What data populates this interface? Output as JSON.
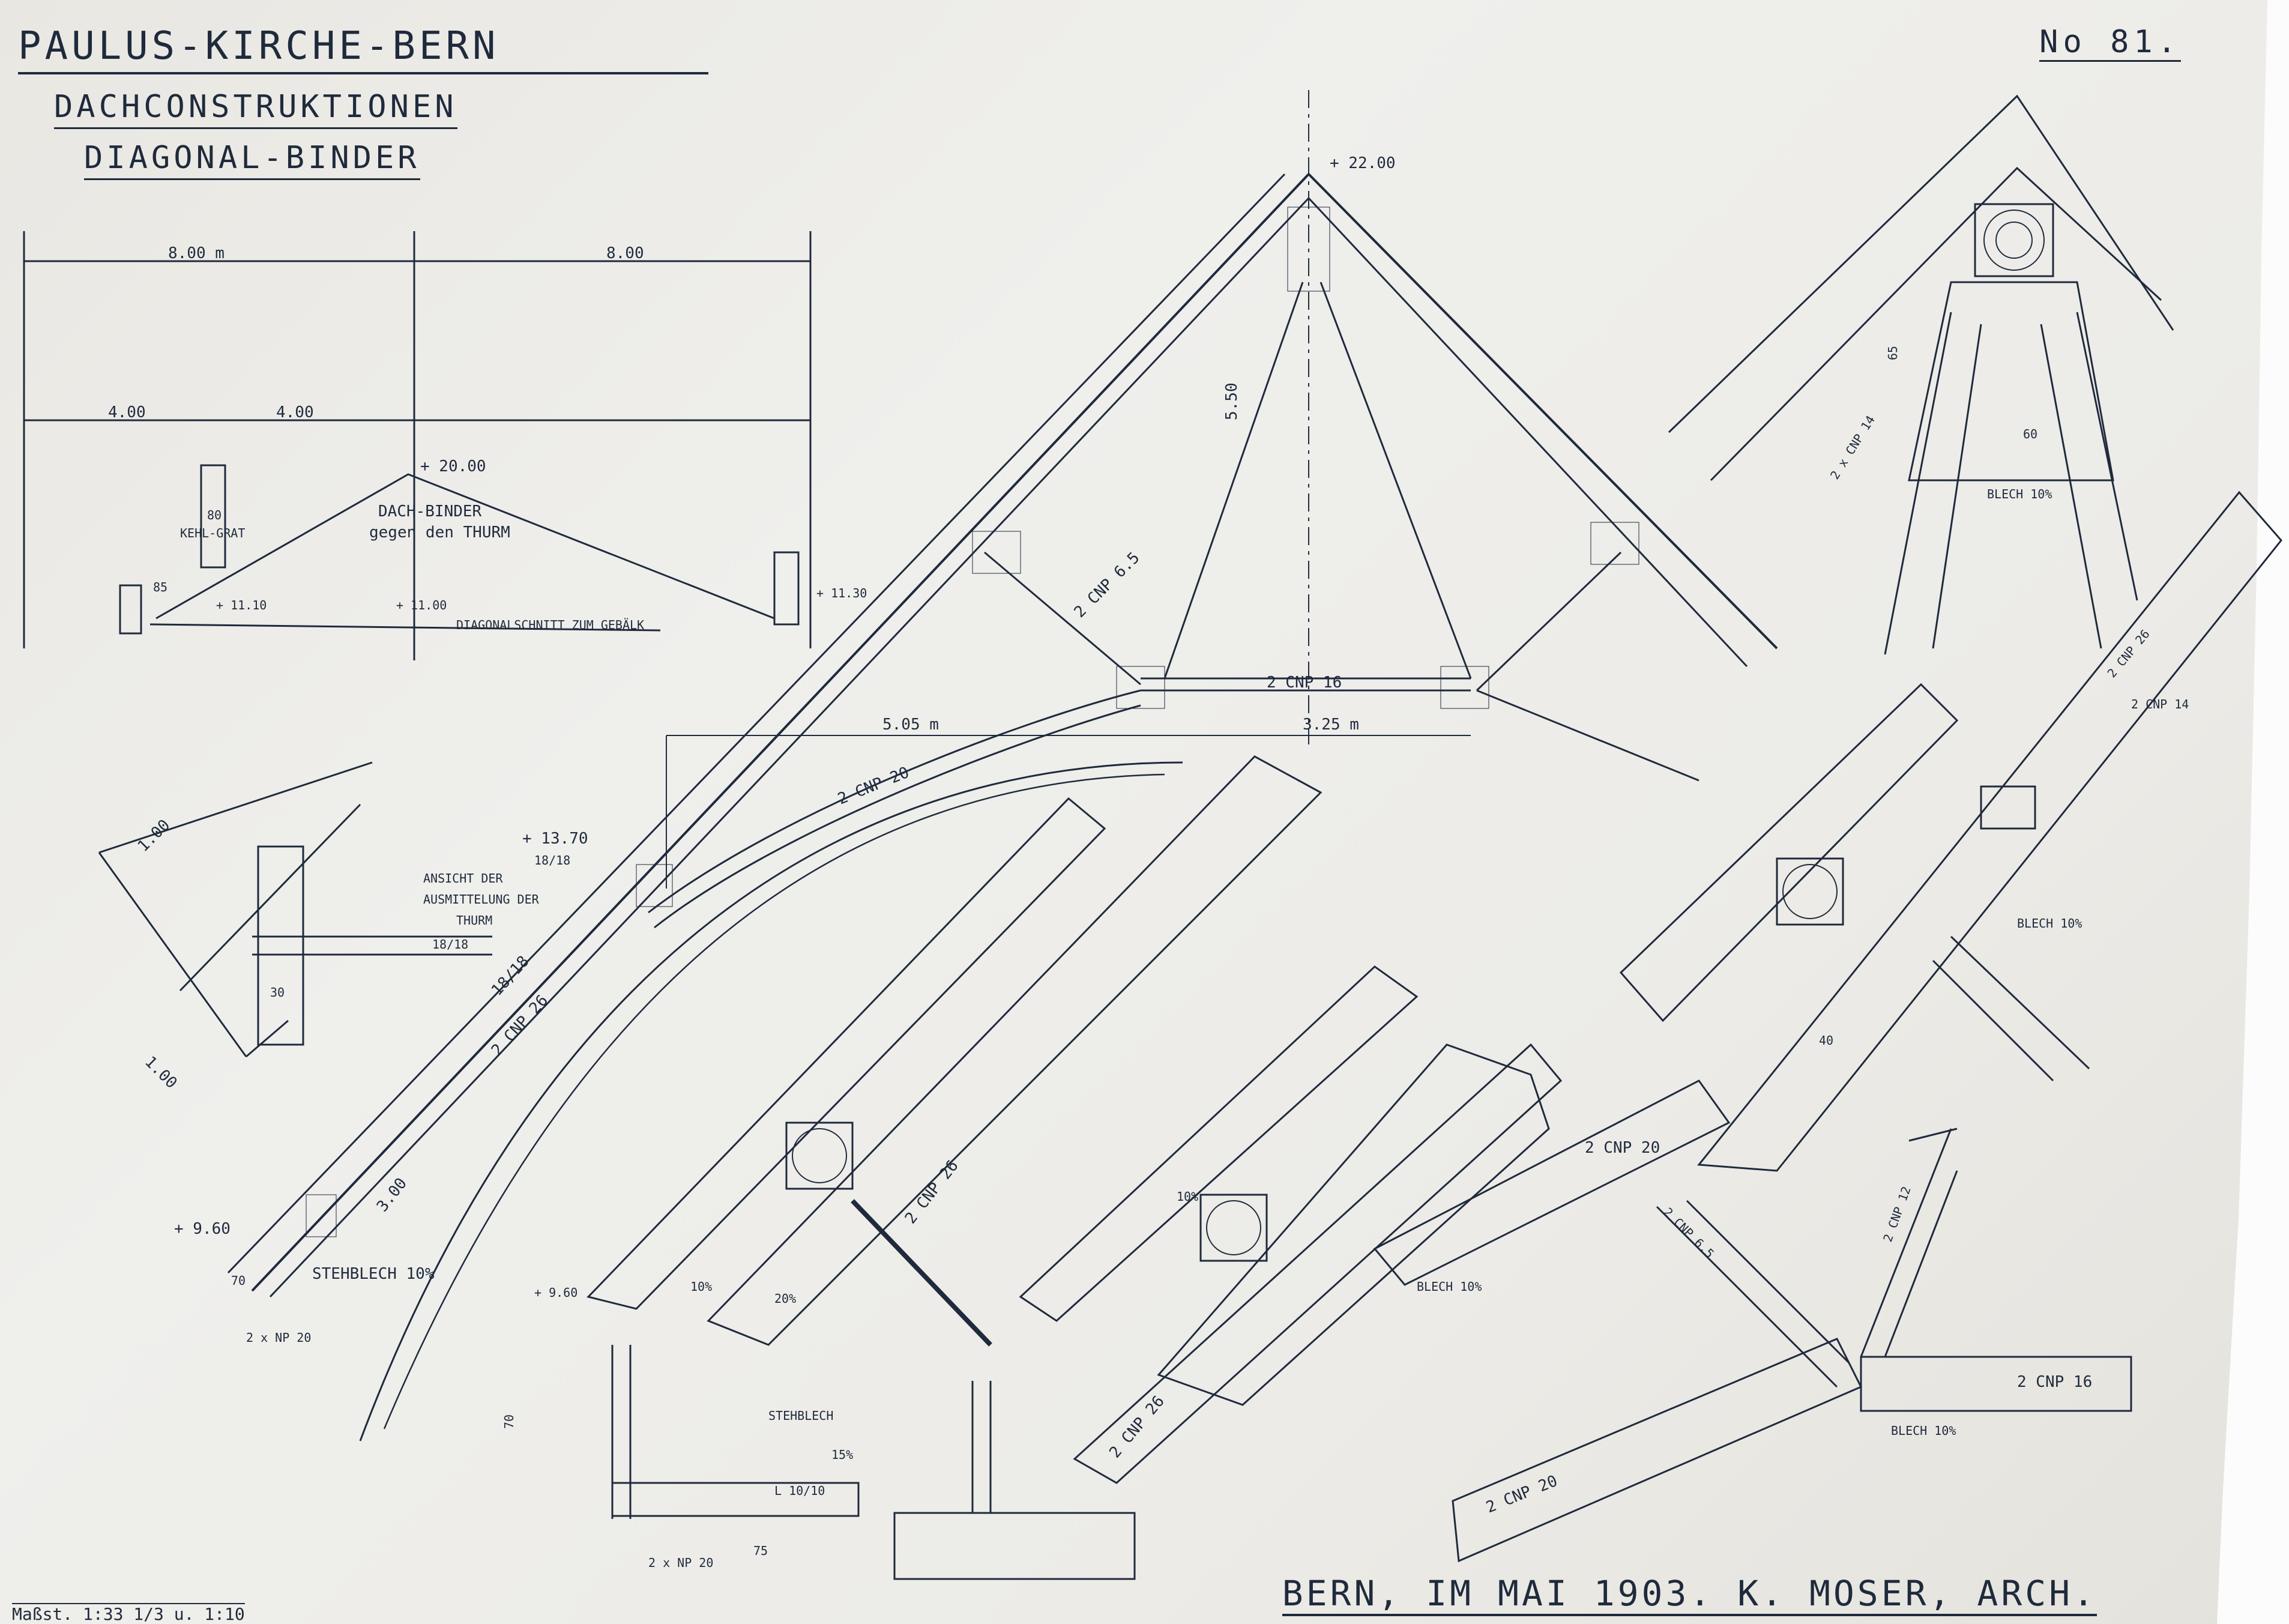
{
  "title": {
    "line1": "PAULUS-KIRCHE-BERN",
    "line2": "DACHCONSTRUKTIONEN",
    "line3": "DIAGONAL-BINDER"
  },
  "sheet_number": "No 81.",
  "signature": "BERN, IM MAI 1903. K. MOSER, ARCH.",
  "scale": "Maßst. 1:33 1/3 u. 1:10",
  "dimensions": {
    "span_left": "8.00 m",
    "span_right": "8.00",
    "half_left": "4.00",
    "half_right": "4.00",
    "height_main": "5.50",
    "span_a": "5.05 m",
    "span_b": "3.25 m",
    "apex_level": "+ 22.00",
    "level_mid": "+ 13.70",
    "level_base": "+ 9.60",
    "level_base2": "+ 9.60",
    "level_top_left": "+ 20.00",
    "level_side_l": "+ 11.10",
    "level_side_c": "+ 11.00",
    "level_side_r": "+ 11.30",
    "diag_100a": "1.00",
    "diag_100b": "1.00",
    "dim_300": "3.00",
    "dim_80": "80",
    "dim_85": "85",
    "dim_70": "70",
    "dim_70b": "70",
    "dim_75": "75",
    "dim_30": "30",
    "dim_40": "40",
    "dim_60": "60",
    "dim_65": "65"
  },
  "labels": {
    "kehl_grat": "KEHL-GRAT",
    "binder_grat": "DACH-BINDER",
    "gegen_thurm": "gegen den THURM",
    "diagonalschnitt": "DIAGONALSCHNITT ZUM GEBÄLK",
    "ansicht": "ANSICHT DER",
    "ausmittelung": "AUSMITTELUNG DER",
    "thurm": "THURM",
    "stehblech": "STEHBLECH 10%",
    "stehblech2": "STEHBLECH",
    "blech10": "BLECH 10%",
    "blech10b": "BLECH 10%",
    "blech10c": "BLECH 10%",
    "blech10d": "BLECH 10%"
  },
  "members": {
    "cnp16": "2 CNP 16",
    "cnp16b": "2 CNP 16",
    "cnp20": "2 CNP 20",
    "cnp20b": "2 CNP 20",
    "cnp20c": "2 CNP 20",
    "cnp26": "2 CNP 26",
    "cnp26b": "2 CNP 26",
    "cnp26c": "2 CNP 26",
    "cnp65": "2 CNP 6.5",
    "cnp65b": "2 CNP 6.5",
    "cnp14": "2 x CNP 14",
    "cnp14b": "2 CNP 14",
    "cnp12": "2 CNP 12",
    "np20": "2 x NP 20",
    "np20b": "2 x NP 20",
    "timber1818a": "18/18",
    "timber1818b": "18/18",
    "timber1818c": "18/18",
    "angle": "L 10/10",
    "pl10a": "10%",
    "pl10b": "10%",
    "pl15": "15%",
    "pl20": "20%"
  }
}
